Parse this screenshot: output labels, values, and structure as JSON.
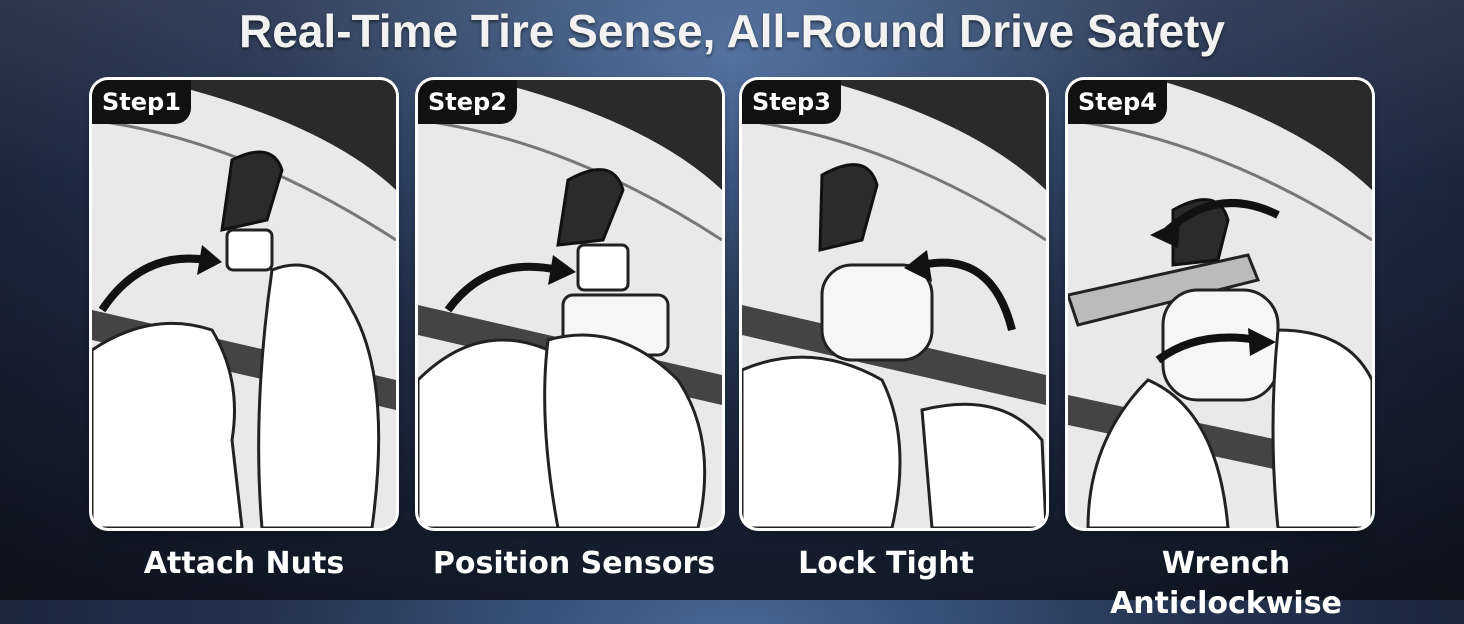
{
  "title": "Real-Time Tire Sense, All-Round Drive Safety",
  "steps": [
    {
      "badge": "Step1",
      "caption": "Attach Nuts"
    },
    {
      "badge": "Step2",
      "caption": "Position Sensors"
    },
    {
      "badge": "Step3",
      "caption": "Lock Tight"
    },
    {
      "badge": "Step4",
      "caption": "Wrench Anticlockwise"
    }
  ],
  "colors": {
    "title": "#f2f2f2",
    "badge_bg": "#111111",
    "card_bg": "#ffffff"
  }
}
